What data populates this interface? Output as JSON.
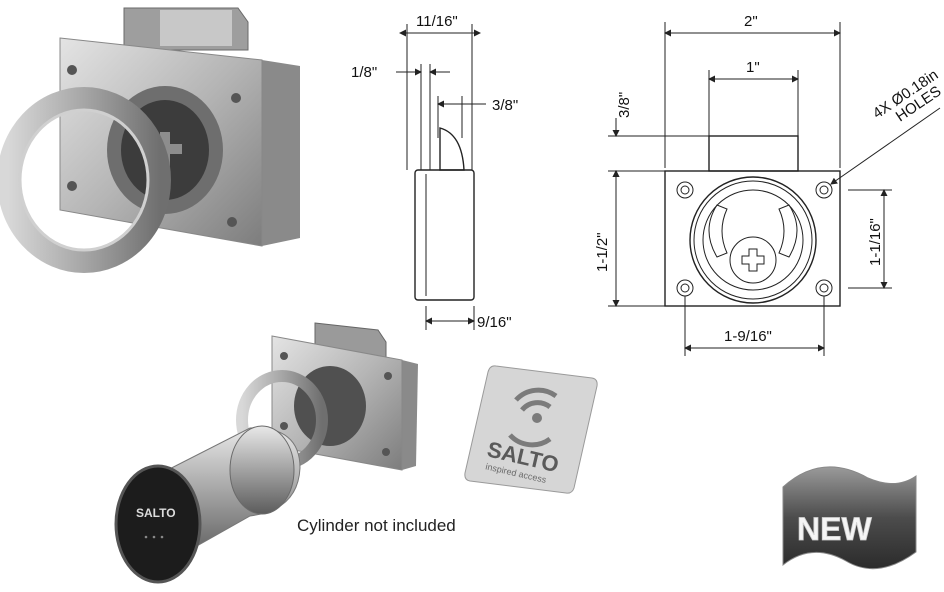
{
  "side_view": {
    "top_width": "11/16\"",
    "plate_thickness": "1/8\"",
    "bolt_width": "3/8\"",
    "body_depth": "9/16\""
  },
  "front_view": {
    "overall_width": "2\"",
    "bolt_width": "1\"",
    "bolt_projection": "3/8\"",
    "height": "1-1/2\"",
    "hole_spacing_vertical": "1-1/16\"",
    "hole_spacing_horizontal": "1-9/16\"",
    "holes_note_line1": "4X Ø0.18in",
    "holes_note_line2": "HOLES"
  },
  "card_brand": "SALTO",
  "card_tagline": "inspired access",
  "cylinder_brand": "SALTO",
  "caption": "Cylinder not included",
  "badge": "NEW",
  "colors": {
    "line": "#222222",
    "metal": "#b9b9b9",
    "badge": "#5a5a5a"
  }
}
